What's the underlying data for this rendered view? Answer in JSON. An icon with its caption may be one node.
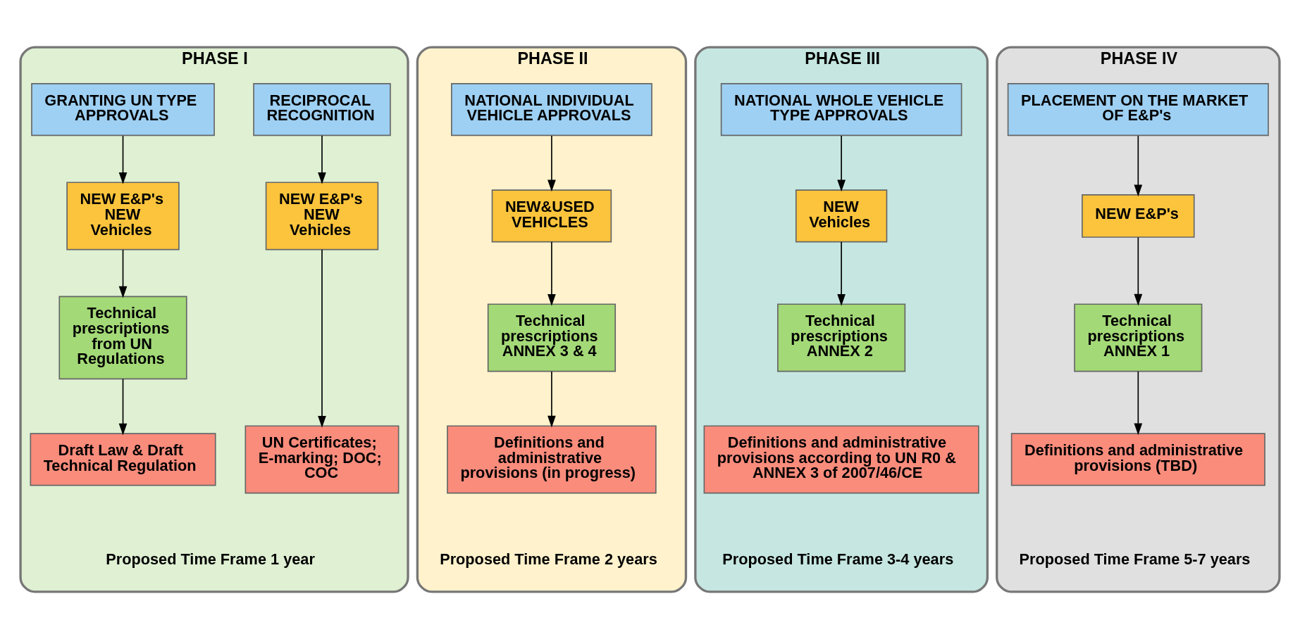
{
  "diagram": {
    "nodes": [
      {
        "text": [
          "PHASE I",
          "Proposed Time Frame 1 year"
        ]
      },
      {
        "text": [
          "RECIPROCAL RECOGNITION"
        ],
        "in": 0
      },
      {
        "text": [
          "GRANTING UN TYPE APPROVALS"
        ],
        "in": 0
      },
      {
        "text": [
          "NEW E&P's NEW Vehicles"
        ],
        "in": 0
      },
      {
        "text": [
          "NEW E&P's NEW Vehicles"
        ],
        "in": 0
      },
      {
        "text": [
          "Technical prescriptions from UN Regulations"
        ],
        "in": 0
      },
      {
        "text": [
          "UN Certificates; E-marking; DOC; COC"
        ],
        "in": 0
      },
      {
        "text": [
          "Draft Law & Draft Technical Regulation"
        ],
        "in": 0
      },
      {
        "text": [
          "PHASE II",
          "Proposed Time Frame 2 years"
        ]
      },
      {
        "text": [
          "NATIONAL INDIVIDUAL VEHICLE APPROVALS"
        ],
        "in": 8
      },
      {
        "text": [
          "NEW&USED VEHICLES"
        ],
        "in": 8
      },
      {
        "text": [
          "Technical prescriptions ANNEX 3 & 4"
        ],
        "in": 8
      },
      {
        "text": [
          "Definitions and administrative provisions (in progress)"
        ],
        "in": 8
      },
      {
        "text": [
          "PHASE III",
          "Proposed Time Frame 3-4 years"
        ]
      },
      {
        "text": [
          "NATIONAL WHOLE VEHICLE TYPE APPROVALS"
        ],
        "in": 13
      },
      {
        "text": [
          "NEW Vehicles"
        ],
        "in": 13
      },
      {
        "text": [
          "Technical prescriptions ANNEX 2"
        ],
        "in": 13
      },
      {
        "text": [
          "Definitions and administrative provisions according to UN R0 & ANNEX 3 of 2007/46/CE"
        ],
        "in": 13
      },
      {
        "text": [
          "PHASE IV",
          "Proposed Time Frame 5-7 years"
        ]
      },
      {
        "text": [
          "PLACEMENT ON THE MARKET OF E&P's"
        ],
        "in": 18
      },
      {
        "text": [
          "NEW E&P's"
        ],
        "in": 18
      },
      {
        "text": [
          "Technical prescriptions ANNEX 1"
        ],
        "in": 18
      },
      {
        "text": [
          "Definitions and administrative provisions (TBD)"
        ],
        "in": 18
      }
    ],
    "edges": [
      {
        "from": 1,
        "to": 3,
        "arrow": "to"
      },
      {
        "from": 3,
        "to": 6,
        "arrow": "to"
      },
      {
        "from": 2,
        "to": 4,
        "arrow": "to"
      },
      {
        "from": 4,
        "to": 5,
        "arrow": "to"
      },
      {
        "from": 5,
        "to": 7,
        "arrow": "to"
      },
      {
        "from": 9,
        "to": 10,
        "arrow": "to"
      },
      {
        "from": 10,
        "to": 11,
        "arrow": "to"
      },
      {
        "from": 11,
        "to": 12,
        "arrow": "to"
      },
      {
        "from": 14,
        "to": 15,
        "arrow": "to"
      },
      {
        "from": 15,
        "to": 16,
        "arrow": "to"
      },
      {
        "from": 19,
        "to": 20,
        "arrow": "to"
      },
      {
        "from": 20,
        "to": 21,
        "arrow": "to"
      },
      {
        "from": 21,
        "to": 22,
        "arrow": "to"
      }
    ]
  }
}
